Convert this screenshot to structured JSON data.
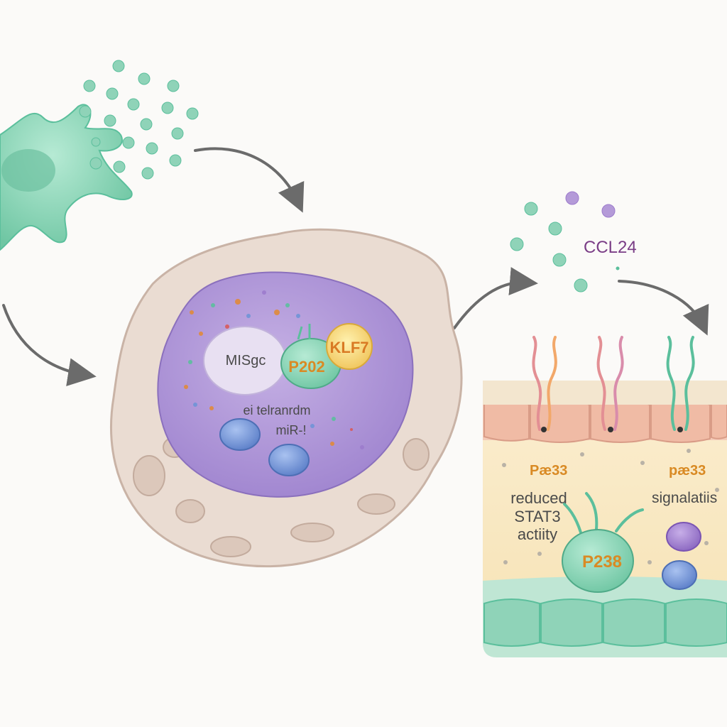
{
  "colors": {
    "mint": "#8fd3b8",
    "mint_dark": "#5bbf9c",
    "purple_nucleus": "#b49ad8",
    "cytoplasm": "#eadcd2",
    "arrow": "#6b6b6b",
    "ccl24_text": "#7a3d86",
    "orange_label": "#d98a24",
    "dark_label": "#4a4a4a",
    "blue_vesicle": "#6f93d6",
    "violet_vesicle": "#9c7bcc"
  },
  "target_cell": {
    "nucleus_label": "MISgc",
    "protein_label": "P202",
    "factor_label": "KLF7",
    "text_line_1": "ei telranrdm",
    "text_line_2": "miR-!"
  },
  "secretion": {
    "label": "CCL24"
  },
  "tissue": {
    "marker_left": "Pæ33",
    "marker_right": "pæ33",
    "left_caption_1": "reduced",
    "left_caption_2": "STAT3",
    "left_caption_3": "actiity",
    "right_caption": "signalatiis",
    "receptor_label": "P238"
  },
  "icons": [
    "source-cell-icon",
    "curved-arrow-icon",
    "vesicle-icon",
    "receptor-icon"
  ]
}
